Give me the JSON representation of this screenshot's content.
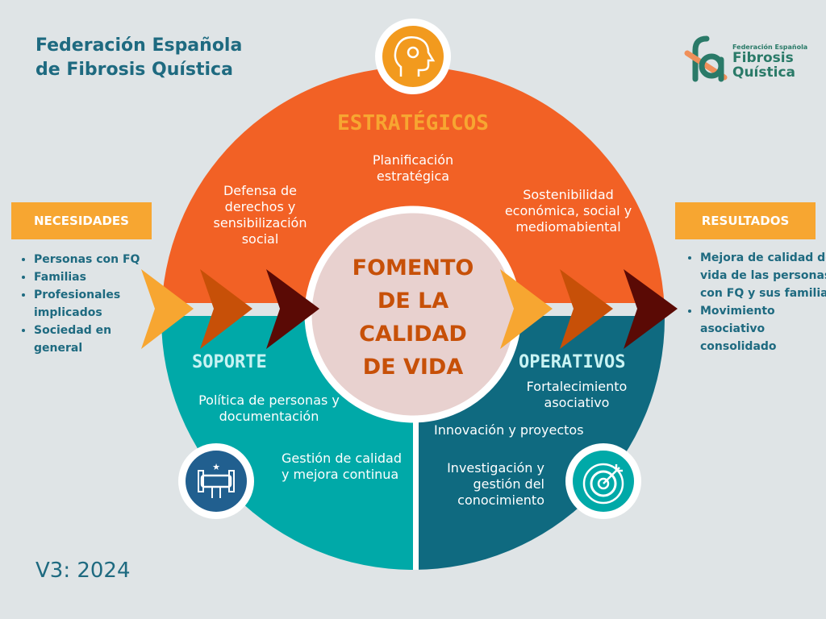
{
  "header": {
    "title_line1": "Federación Española",
    "title_line2": "de Fibrosis Quística"
  },
  "logo": {
    "small": "Federación Española",
    "line1": "Fibrosis",
    "line2": "Quística",
    "mark": "fq"
  },
  "needs": {
    "label": "NECESIDADES",
    "items": [
      "Personas con FQ",
      "Familias",
      "Profesionales implicados",
      "Sociedad en general"
    ]
  },
  "results": {
    "label": "RESULTADOS",
    "items": [
      "Mejora de calidad de vida de las personas con FQ y sus familias",
      "Movimiento asociativo consolidado"
    ]
  },
  "center": {
    "lines": [
      "FOMENTO",
      "DE LA",
      "CALIDAD",
      "DE VIDA"
    ]
  },
  "strategic": {
    "title": "ESTRATÉGICOS",
    "items": [
      "Planificación estratégica",
      "Defensa de derechos y sensibilización social",
      "Sostenibilidad económica, social y mediomabiental"
    ]
  },
  "support": {
    "title": "SOPORTE",
    "items": [
      "Política de personas y documentación",
      "Gestión de calidad y mejora continua"
    ]
  },
  "operative": {
    "title": "OPERATIVOS",
    "items": [
      "Fortalecimiento asociativo",
      "Innovación y proyectos",
      "Investigación y gestión del conocimiento"
    ]
  },
  "version": "V3: 2024",
  "colors": {
    "orange": "#f26125",
    "teal": "#00a9a8",
    "darkteal": "#0f6a80",
    "yellow": "#f7a631",
    "rust": "#c75008",
    "maroon": "#5a0a05",
    "blue": "#215f8f"
  }
}
